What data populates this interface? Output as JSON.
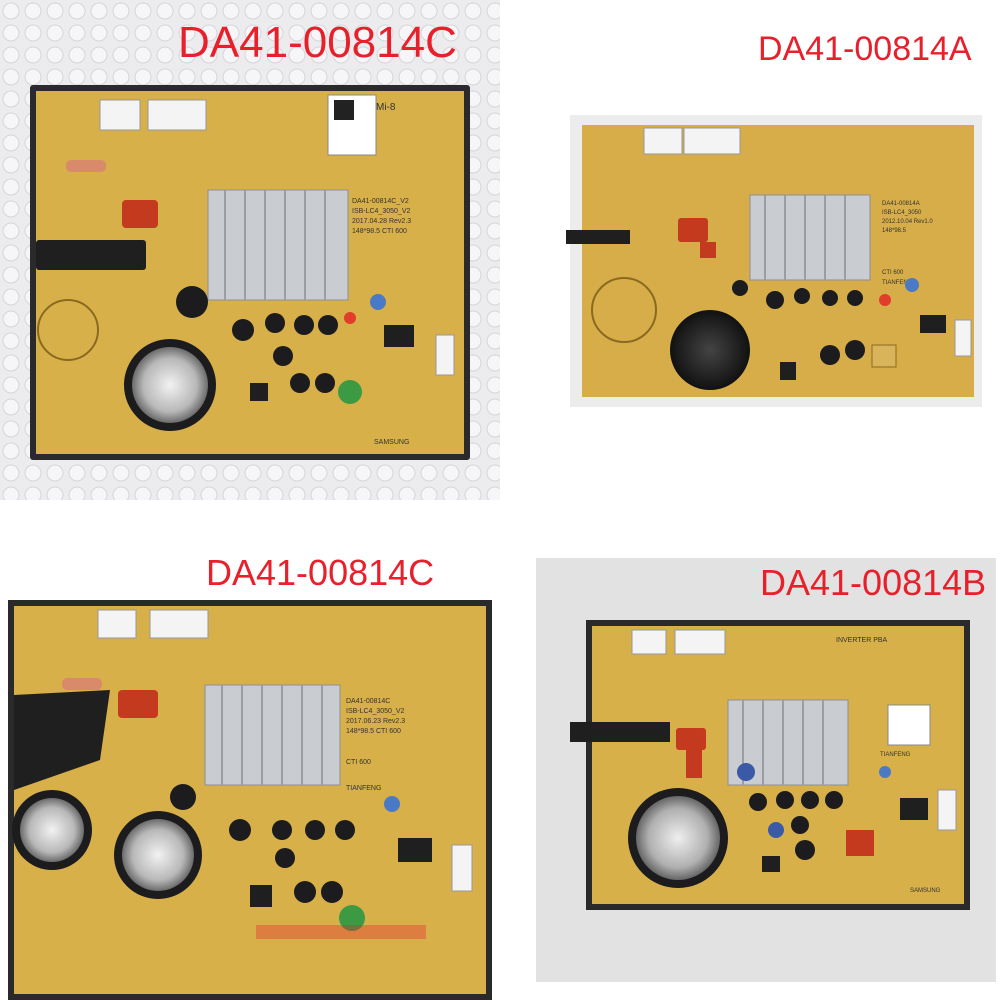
{
  "panels": [
    {
      "label": "DA41-00814C",
      "board_text": [
        "DA41-00814C_V2",
        "ISB-LC4_3050_V2",
        "2017.04.28 Rev2.3",
        "148*98.5  CTI 600",
        "SAMSUNG"
      ],
      "sticker": "Mi-8"
    },
    {
      "label": "DA41-00814A",
      "board_text": [
        "DA41-00814A",
        "ISB-LC4_3050",
        "2012.10.04 Rev1.0",
        "148*98.5",
        "CTI 600",
        "TIANFENG"
      ]
    },
    {
      "label": "DA41-00814C",
      "board_text": [
        "DA41-00814C",
        "ISB-LC4_3050_V2",
        "2017.06.23 Rev2.3",
        "148*98.5  CTI 600",
        "CTI 600",
        "TIANFENG"
      ]
    },
    {
      "label": "DA41-00814B",
      "board_text": [
        "INVERTER PBA",
        "TIANFENG",
        "SAMSUNG"
      ]
    }
  ],
  "colors": {
    "label": "#e8202c",
    "pcb": "#d8b04a",
    "pcb_dark": "#b68f30",
    "heatsink": "#c9ccd0",
    "capacitor": "#1c1c1e",
    "bubble_wrap": "#e9e9ec"
  }
}
